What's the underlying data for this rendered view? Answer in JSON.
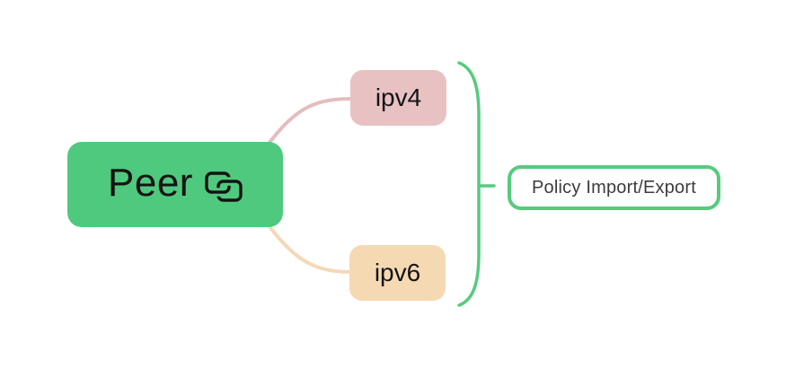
{
  "diagram": {
    "type": "mindmap",
    "background_color": "#ffffff",
    "root_node": {
      "label": "Peer",
      "icon": "interlocked-squares-icon",
      "bg_color": "#4FC97E",
      "text_color": "#141414"
    },
    "child_nodes": [
      {
        "label": "ipv4",
        "bg_color": "#E8C1C3",
        "text_color": "#141414",
        "connector_color": "#E3BDC0"
      },
      {
        "label": "ipv6",
        "bg_color": "#F5D9B3",
        "text_color": "#141414",
        "connector_color": "#F3D9B8"
      }
    ],
    "summary": {
      "label": "Policy Import/Export",
      "bracket_color": "#55CB7E",
      "border_color": "#55CB7E",
      "bg_color": "#ffffff",
      "text_color": "#3C3C3C",
      "groups": [
        "ipv4",
        "ipv6"
      ]
    }
  }
}
